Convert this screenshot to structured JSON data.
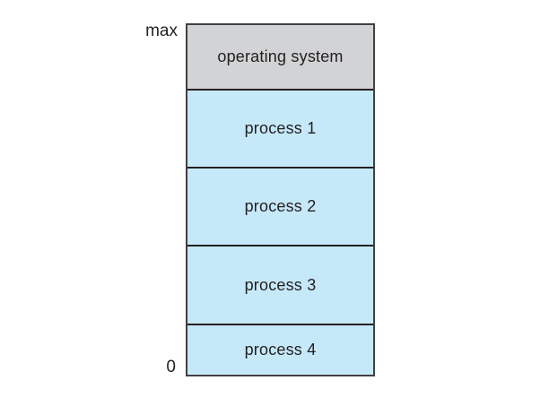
{
  "diagram": {
    "axis": {
      "top_label": "max",
      "bottom_label": "0"
    },
    "segments": [
      {
        "label": "operating system",
        "fill": "#d1d3d4",
        "height": 74
      },
      {
        "label": "process 1",
        "fill": "#c6e9fa",
        "height": 88
      },
      {
        "label": "process 2",
        "fill": "#c6e9fa",
        "height": 88
      },
      {
        "label": "process 3",
        "fill": "#c6e9fa",
        "height": 88
      },
      {
        "label": "process 4",
        "fill": "#c6e9fa",
        "height": 56
      }
    ],
    "colors": {
      "os_fill": "#d1d3d4",
      "process_fill": "#c6e9fa",
      "border": "#231f20",
      "text": "#231f20",
      "background": "#ffffff"
    }
  }
}
